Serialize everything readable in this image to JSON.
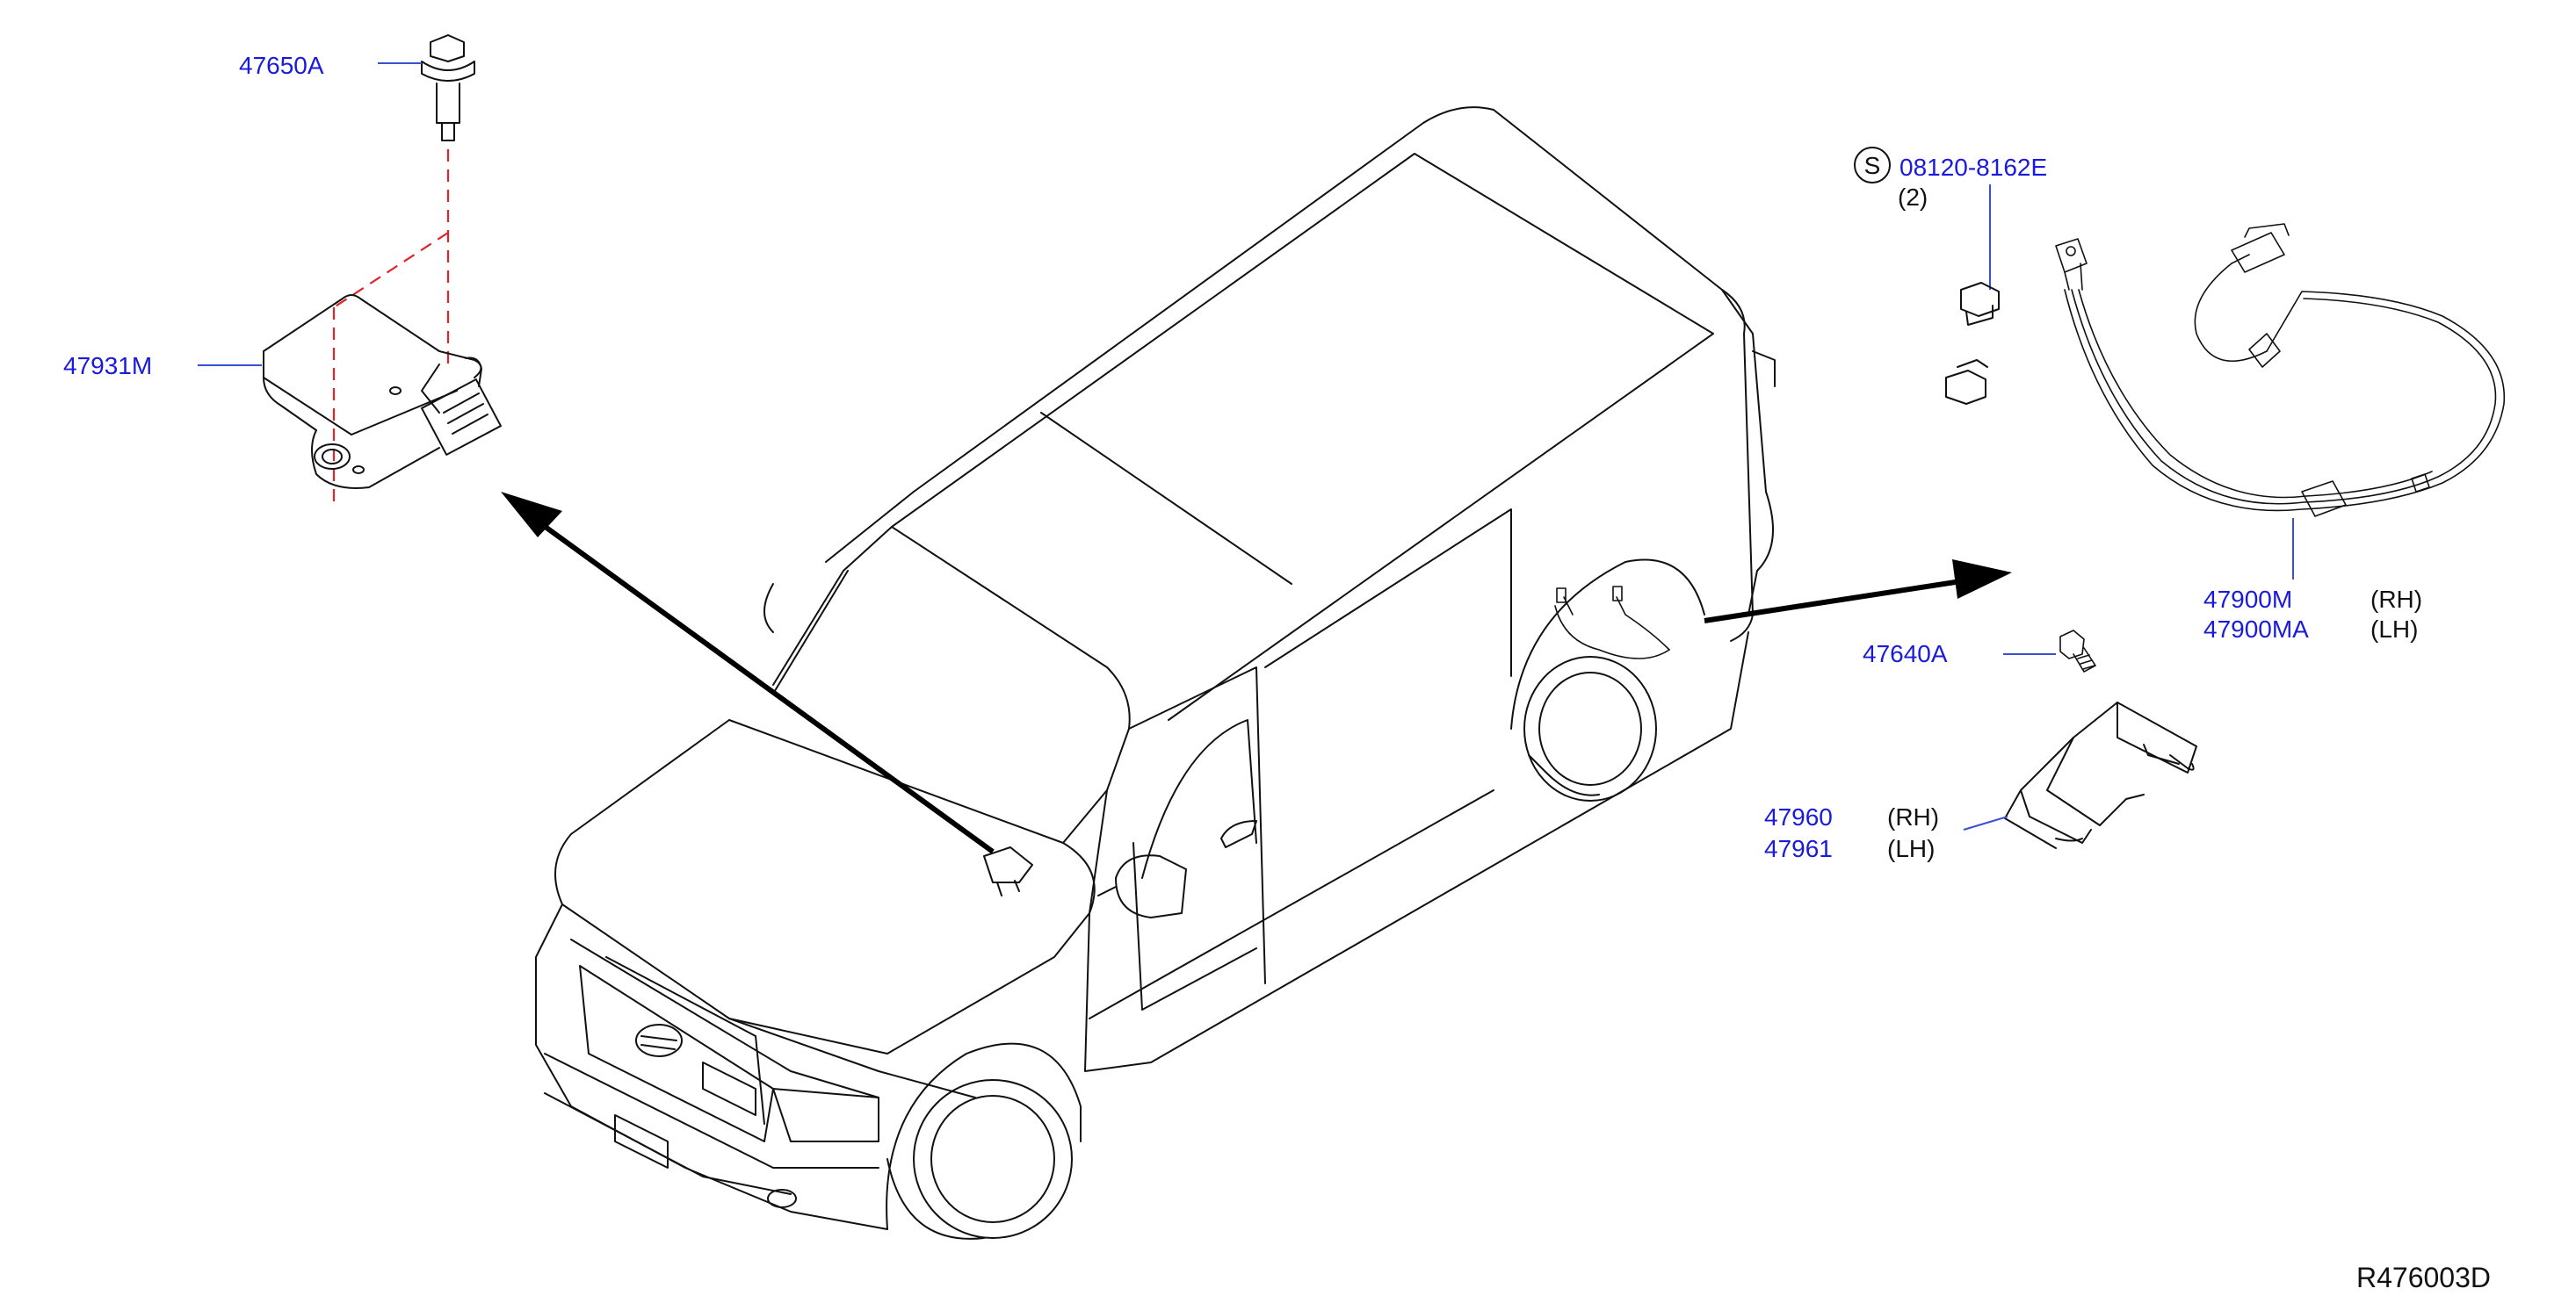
{
  "diagram_ref": "R476003D",
  "colors": {
    "part_number": "#1a1adf",
    "leader": "#3b4fd4",
    "centerline": "#e0242a",
    "linework": "#111111"
  },
  "parts": {
    "bolt_top": {
      "number": "47650A"
    },
    "sensor": {
      "number": "47931M"
    },
    "screw": {
      "symbol": "S",
      "number": "08120-8162E",
      "qty": "(2)"
    },
    "harness": {
      "number_rh": "47900M",
      "side_rh": "(RH)",
      "number_lh": "47900MA",
      "side_lh": "(LH)"
    },
    "bolt_small": {
      "number": "47640A"
    },
    "bracket": {
      "number_rh": "47960",
      "side_rh": "(RH)",
      "number_lh": "47961",
      "side_lh": "(LH)"
    }
  }
}
